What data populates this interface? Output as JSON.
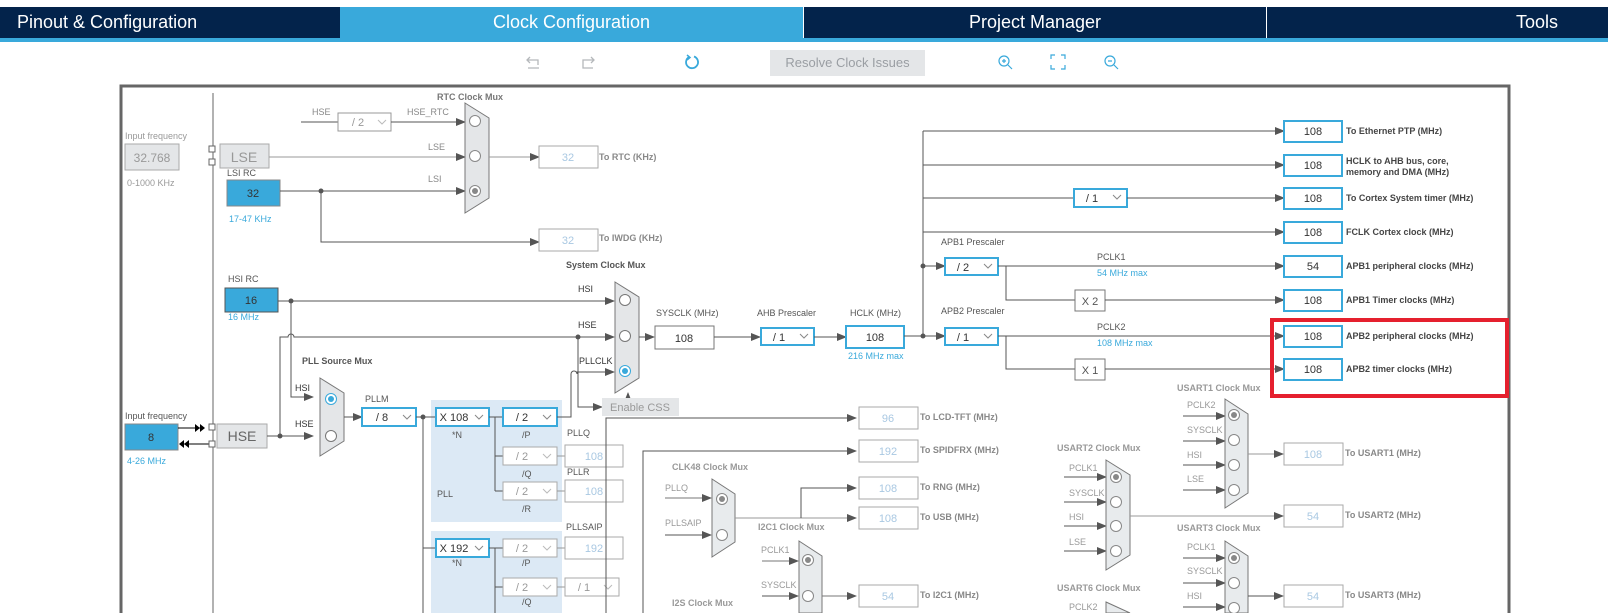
{
  "tabs": [
    {
      "label": "Pinout & Configuration",
      "active": false
    },
    {
      "label": "Clock Configuration",
      "active": true
    },
    {
      "label": "Project Manager",
      "active": false
    },
    {
      "label": "Tools",
      "active": false
    }
  ],
  "toolbar": {
    "undo_icon": "undo-icon",
    "redo_icon": "redo-icon",
    "reset_icon": "refresh-icon",
    "resolve_label": "Resolve Clock Issues",
    "zoom_in_icon": "zoom-in-icon",
    "fit_icon": "fit-to-screen-icon",
    "zoom_out_icon": "zoom-out-icon"
  },
  "colors": {
    "nav_dark": "#03234b",
    "accent": "#39a9db",
    "highlight": "#e5202e",
    "disabled_text": "#a9c8e2",
    "pll_bg": "#dce9f5"
  },
  "lse": {
    "input_label": "Input frequency",
    "input_value": "32.768",
    "range": "0-1000 KHz",
    "block_label": "LSE"
  },
  "lsi": {
    "title": "LSI RC",
    "value": "32",
    "range": "17-47 KHz"
  },
  "rtc_mux": {
    "title": "RTC Clock Mux",
    "hse_label": "HSE",
    "div_value": "/ 2",
    "hse_rtc_label": "HSE_RTC",
    "lse_label": "LSE",
    "lsi_label": "LSI",
    "selected": "LSI"
  },
  "rtc_out": {
    "value": "32",
    "label": "To RTC (KHz)"
  },
  "iwdg_out": {
    "value": "32",
    "label": "To IWDG (KHz)"
  },
  "hsi": {
    "title": "HSI RC",
    "value": "16",
    "range": "16 MHz"
  },
  "hse": {
    "input_label": "Input frequency",
    "input_value": "8",
    "range": "4-26 MHz",
    "block_label": "HSE"
  },
  "pll_source_mux": {
    "title": "PLL Source Mux",
    "hsi_label": "HSI",
    "hse_label": "HSE",
    "selected": "HSI"
  },
  "pll": {
    "pllm_label": "PLLM",
    "pllm_value": "/ 8",
    "n_value": "X 108",
    "n_label": "*N",
    "p_value": "/ 2",
    "p_label": "/P",
    "q_value": "/ 2",
    "q_label": "/Q",
    "r_value": "/ 2",
    "r_label": "/R",
    "pll_label": "PLL",
    "pllq_label": "PLLQ",
    "pllq_value": "108",
    "pllr_label": "PLLR",
    "pllr_value": "108"
  },
  "pllsai": {
    "n_value": "X 192",
    "n_label": "*N",
    "p_value": "/ 2",
    "p_label": "/P",
    "q_value": "/ 2",
    "q_label": "/Q",
    "q_div2_value": "/ 1",
    "pllsaip_label": "PLLSAIP",
    "pllsaip_value": "192"
  },
  "system_mux": {
    "title": "System Clock Mux",
    "hsi_label": "HSI",
    "hse_label": "HSE",
    "pllclk_label": "PLLCLK",
    "selected": "PLLCLK",
    "enable_css": "Enable CSS"
  },
  "sysclk": {
    "label": "SYSCLK (MHz)",
    "value": "108"
  },
  "ahb": {
    "label": "AHB Prescaler",
    "value": "/ 1"
  },
  "hclk": {
    "label": "HCLK (MHz)",
    "value": "108",
    "max": "216 MHz max"
  },
  "apb1": {
    "label": "APB1 Prescaler",
    "value": "/ 2",
    "pclk_label": "PCLK1",
    "pclk_max": "54 MHz max",
    "timer_mult": "X 2"
  },
  "apb2": {
    "label": "APB2 Prescaler",
    "value": "/ 1",
    "pclk_label": "PCLK2",
    "pclk_max": "108 MHz max",
    "timer_mult": "X 1"
  },
  "cortex_div": "/ 1",
  "outputs": [
    {
      "value": "108",
      "label": "To Ethernet PTP (MHz)"
    },
    {
      "value": "108",
      "label": "HCLK to AHB bus, core,",
      "label2": "memory and DMA (MHz)"
    },
    {
      "value": "108",
      "label": "To Cortex System timer (MHz)"
    },
    {
      "value": "108",
      "label": "FCLK Cortex clock (MHz)"
    },
    {
      "value": "54",
      "label": "APB1 peripheral clocks (MHz)"
    },
    {
      "value": "108",
      "label": "APB1 Timer clocks (MHz)"
    },
    {
      "value": "108",
      "label": "APB2 peripheral clocks (MHz)"
    },
    {
      "value": "108",
      "label": "APB2 timer clocks (MHz)"
    }
  ],
  "periph_outputs": [
    {
      "value": "96",
      "label": "To LCD-TFT (MHz)"
    },
    {
      "value": "192",
      "label": "To SPIDFRX (MHz)"
    },
    {
      "value": "108",
      "label": "To RNG (MHz)"
    },
    {
      "value": "108",
      "label": "To USB (MHz)"
    },
    {
      "value": "54",
      "label": "To I2C1 (MHz)"
    },
    {
      "value": "108",
      "label": "To USART1 (MHz)"
    },
    {
      "value": "54",
      "label": "To USART2 (MHz)"
    },
    {
      "value": "54",
      "label": "To USART3 (MHz)"
    }
  ],
  "clk48_mux": {
    "title": "CLK48 Clock Mux",
    "in1": "PLLQ",
    "in2": "PLLSAIP"
  },
  "i2c1_mux": {
    "title": "I2C1 Clock Mux",
    "in1": "PCLK1",
    "in2": "SYSCLK"
  },
  "i2s_mux": {
    "title": "I2S Clock Mux"
  },
  "usart1_mux": {
    "title": "USART1 Clock Mux",
    "in1": "PCLK2",
    "in2": "SYSCLK",
    "in3": "HSI",
    "in4": "LSE"
  },
  "usart2_mux": {
    "title": "USART2 Clock Mux",
    "in1": "PCLK1",
    "in2": "SYSCLK",
    "in3": "HSI",
    "in4": "LSE"
  },
  "usart3_mux": {
    "title": "USART3 Clock Mux",
    "in1": "PCLK1",
    "in2": "SYSCLK",
    "in3": "HSI"
  },
  "usart6_mux": {
    "title": "USART6 Clock Mux",
    "in1": "PCLK2"
  }
}
